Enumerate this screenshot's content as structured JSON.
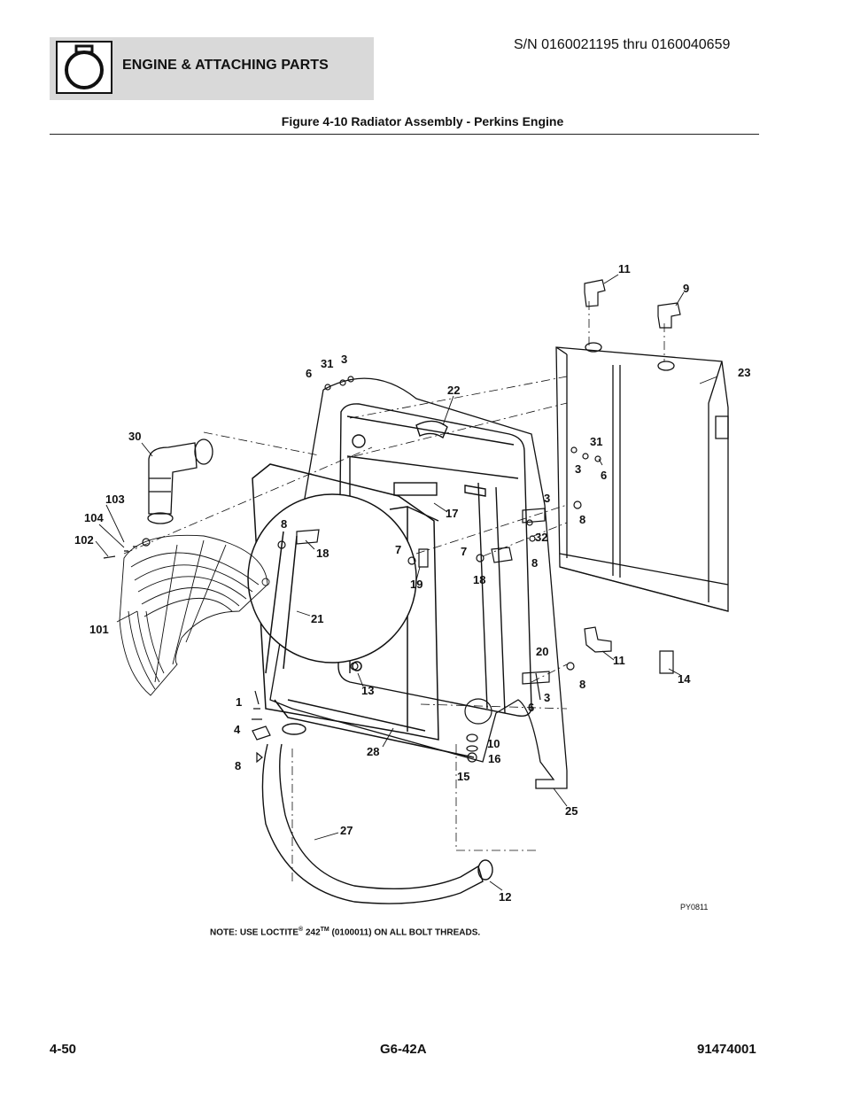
{
  "header": {
    "section_title": "ENGINE & ATTACHING PARTS",
    "serial_range": "S/N 0160021195 thru 0160040659",
    "icon": "engine-block-icon"
  },
  "figure": {
    "title": "Figure 4-10 Radiator Assembly - Perkins Engine",
    "ref_code": "PY0811",
    "callouts": [
      "1",
      "3",
      "4",
      "6",
      "7",
      "8",
      "9",
      "10",
      "11",
      "12",
      "13",
      "14",
      "15",
      "16",
      "17",
      "18",
      "19",
      "20",
      "21",
      "22",
      "23",
      "25",
      "27",
      "28",
      "30",
      "31",
      "32",
      "101",
      "102",
      "103",
      "104"
    ]
  },
  "note": {
    "prefix": "NOTE:   USE LOCTITE",
    "reg": "®",
    "product": " 242",
    "tm": "TM",
    "suffix": " (0100011) ON ALL BOLT THREADS."
  },
  "footer": {
    "page": "4-50",
    "model": "G6-42A",
    "manual_number": "91474001"
  }
}
